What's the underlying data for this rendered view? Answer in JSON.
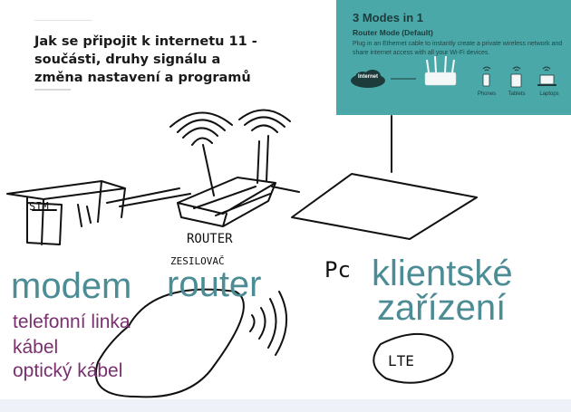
{
  "article": {
    "title": "Jak se připojit k internetu 11 - součásti, druhy signálu a změna nastavení a programů"
  },
  "modes_panel": {
    "heading": "3 Modes in 1",
    "mode_name": "Router Mode (Default)",
    "description": "Plug in an Ethernet cable to instantly create a private wireless network and share internet access with all your Wi-Fi devices.",
    "internet_label": "Internet",
    "devices": [
      "Phones",
      "Tablets",
      "Laptops"
    ],
    "background_color": "#4aa8a8"
  },
  "sketch_text": {
    "sim": "SIM",
    "router_hand": "ROUTER",
    "zesilovac": "ZESILOVAČ",
    "pc": "Pc",
    "lte": "LTE"
  },
  "labels": {
    "modem": "modem",
    "router": "router",
    "klientske": "klientské",
    "zarizeni": "zařízení",
    "modem_types": [
      "telefonní linka",
      "kábel",
      "optický kábel"
    ]
  },
  "colors": {
    "teal_label": "#4c8c95",
    "purple_label": "#7a2f6e",
    "ink": "#111111"
  }
}
